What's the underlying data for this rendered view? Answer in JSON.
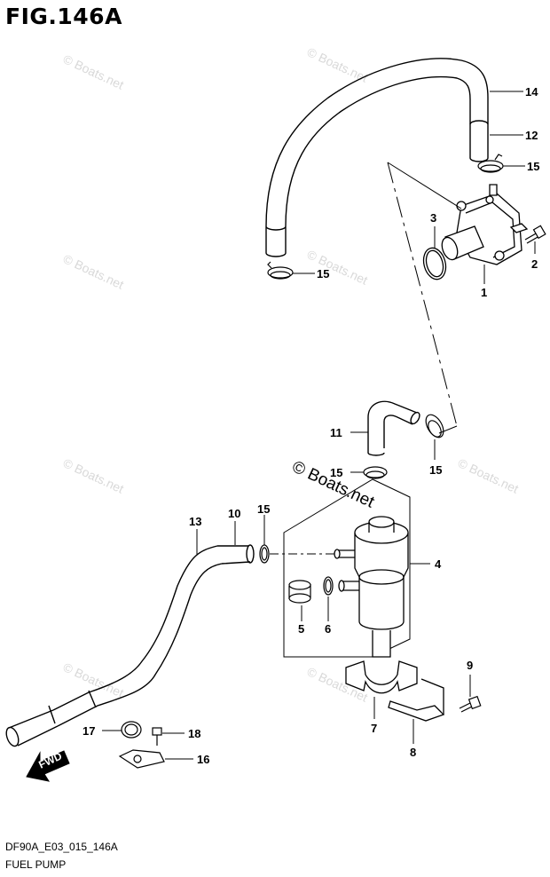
{
  "figure": {
    "title": "FIG.146A"
  },
  "footer": {
    "code": "DF90A_E03_015_146A",
    "name": "FUEL PUMP"
  },
  "watermark": {
    "text": "© Boats.net"
  },
  "fwd_arrow": {
    "label": "FWD"
  },
  "callouts": [
    {
      "id": "c14a",
      "num": "14"
    },
    {
      "id": "c12",
      "num": "12"
    },
    {
      "id": "c15a",
      "num": "15"
    },
    {
      "id": "c3",
      "num": "3"
    },
    {
      "id": "c2",
      "num": "2"
    },
    {
      "id": "c15b",
      "num": "15"
    },
    {
      "id": "c1",
      "num": "1"
    },
    {
      "id": "c11",
      "num": "11"
    },
    {
      "id": "c15c",
      "num": "15"
    },
    {
      "id": "c15d",
      "num": "15"
    },
    {
      "id": "c13",
      "num": "13"
    },
    {
      "id": "c10",
      "num": "10"
    },
    {
      "id": "c15e",
      "num": "15"
    },
    {
      "id": "c4",
      "num": "4"
    },
    {
      "id": "c5",
      "num": "5"
    },
    {
      "id": "c6",
      "num": "6"
    },
    {
      "id": "c9",
      "num": "9"
    },
    {
      "id": "c17",
      "num": "17"
    },
    {
      "id": "c18",
      "num": "18"
    },
    {
      "id": "c16",
      "num": "16"
    },
    {
      "id": "c7",
      "num": "7"
    },
    {
      "id": "c8",
      "num": "8"
    }
  ]
}
